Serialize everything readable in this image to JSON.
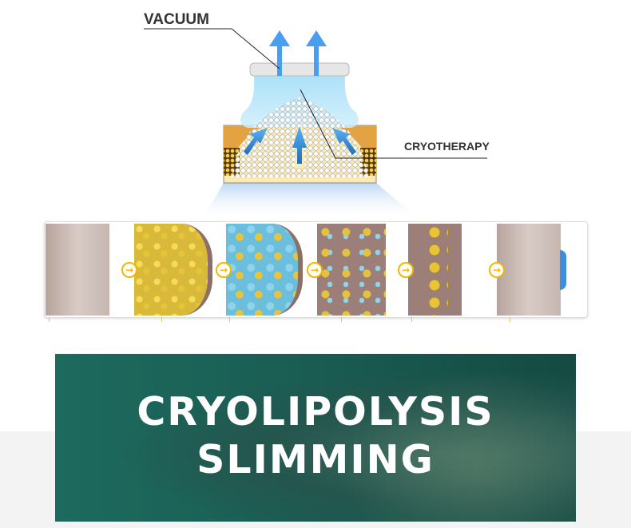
{
  "diagram": {
    "labels": {
      "vacuum": "VACUUM",
      "cryotherapy": "CRYOTHERAPY"
    },
    "colors": {
      "arrow_blue": "#4a9ef0",
      "skin_top": "#e3a343",
      "fat": "#f7e8b0"
    }
  },
  "process_strip": {
    "stages": [
      "skin-before",
      "fat-cells",
      "fat-cells-freezing",
      "fat-cells-dying",
      "fat-reduced",
      "skin-after"
    ],
    "arrow_icon": "arrow-right-circle-icon",
    "arrow_color": "#f0b800"
  },
  "banner": {
    "line1": "CRYOLIPOLYSIS",
    "line2": "SLIMMING"
  }
}
